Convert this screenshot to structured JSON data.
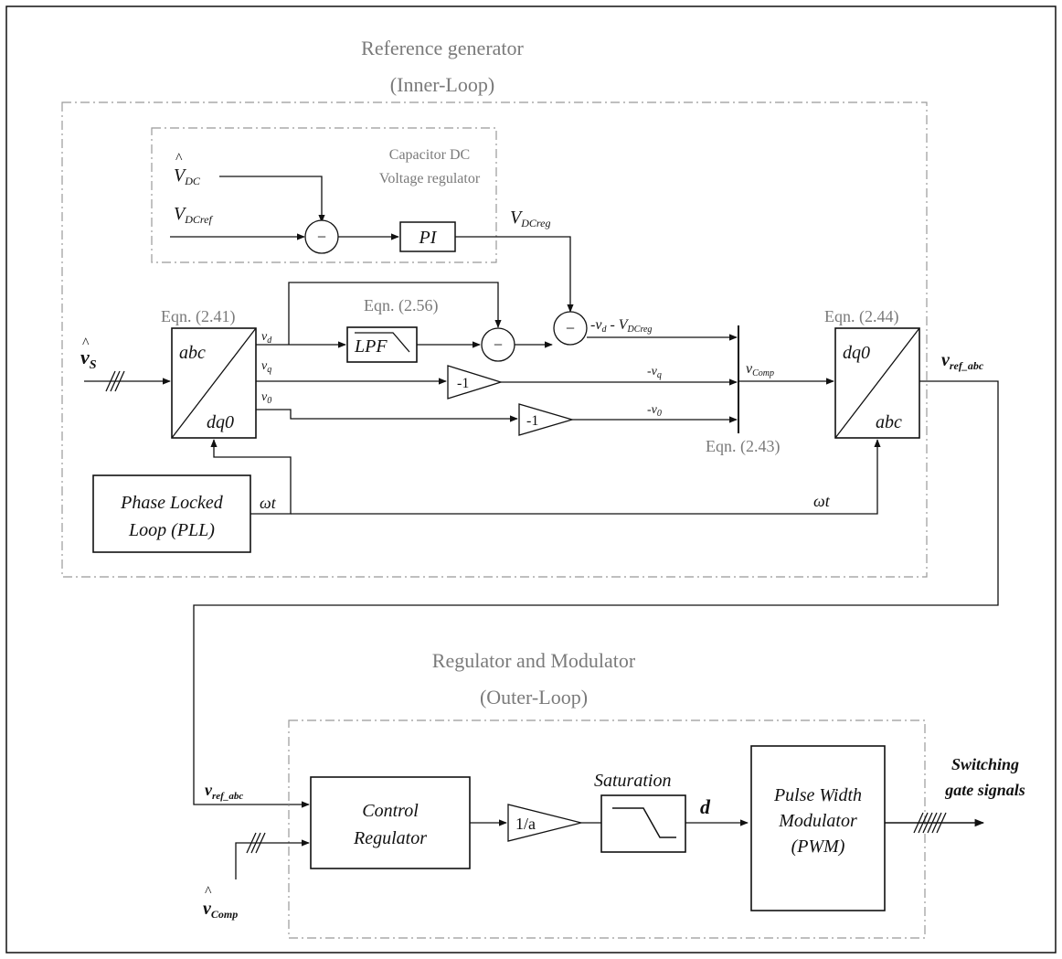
{
  "inner_loop": {
    "title_line1": "Reference generator",
    "title_line2": "(Inner-Loop)"
  },
  "dc_regulator": {
    "title_line1": "Capacitor DC",
    "title_line2": "Voltage regulator",
    "input_top": "V",
    "input_top_sub": "DC",
    "input_ref": "V",
    "input_ref_sub": "DCref",
    "pi_label": "PI",
    "output": "V",
    "output_sub": "DCreg"
  },
  "eqn_labels": {
    "abc_dq0": "Eqn. (2.41)",
    "lpf": "Eqn. (2.56)",
    "combine": "Eqn. (2.43)",
    "dq0_abc": "Eqn. (2.44)"
  },
  "signals": {
    "vs": "v",
    "vs_sub": "S",
    "vd": "v",
    "vd_sub": "d",
    "vq": "v",
    "vq_sub": "q",
    "v0": "v",
    "v0_sub": "0",
    "vd_expr": "-v",
    "vd_expr_sub": "d",
    "vd_expr_minus": " - V",
    "vd_expr_sub2": "DCreg",
    "neg_vq": "-v",
    "neg_vq_sub": "q",
    "neg_v0": "-v",
    "neg_v0_sub": "0",
    "vcomp": "v",
    "vcomp_sub": "Comp",
    "vref_abc": "v",
    "vref_abc_sub": "ref_abc",
    "omega_t_pll": "ωt",
    "omega_t_out": "ωt"
  },
  "blocks": {
    "abc": "abc",
    "dq0": "dq0",
    "lpf": "LPF",
    "gain_q": "-1",
    "gain_0": "-1",
    "inv_dq0": "dq0",
    "inv_abc": "abc",
    "pll_line1": "Phase Locked",
    "pll_line2": "Loop (PLL)"
  },
  "outer_loop": {
    "title_line1": "Regulator and Modulator",
    "title_line2": "(Outer-Loop)",
    "vref_in": "v",
    "vref_in_sub": "ref_abc",
    "vcomp_in": "v",
    "vcomp_in_sub": "Comp",
    "control_line1": "Control",
    "control_line2": "Regulator",
    "gain": "1/a",
    "saturation": "Saturation",
    "d_label": "d",
    "pwm_line1": "Pulse Width",
    "pwm_line2": "Modulator",
    "pwm_line3": "(PWM)",
    "output_line1": "Switching",
    "output_line2": "gate signals"
  },
  "summing_sign": "−"
}
